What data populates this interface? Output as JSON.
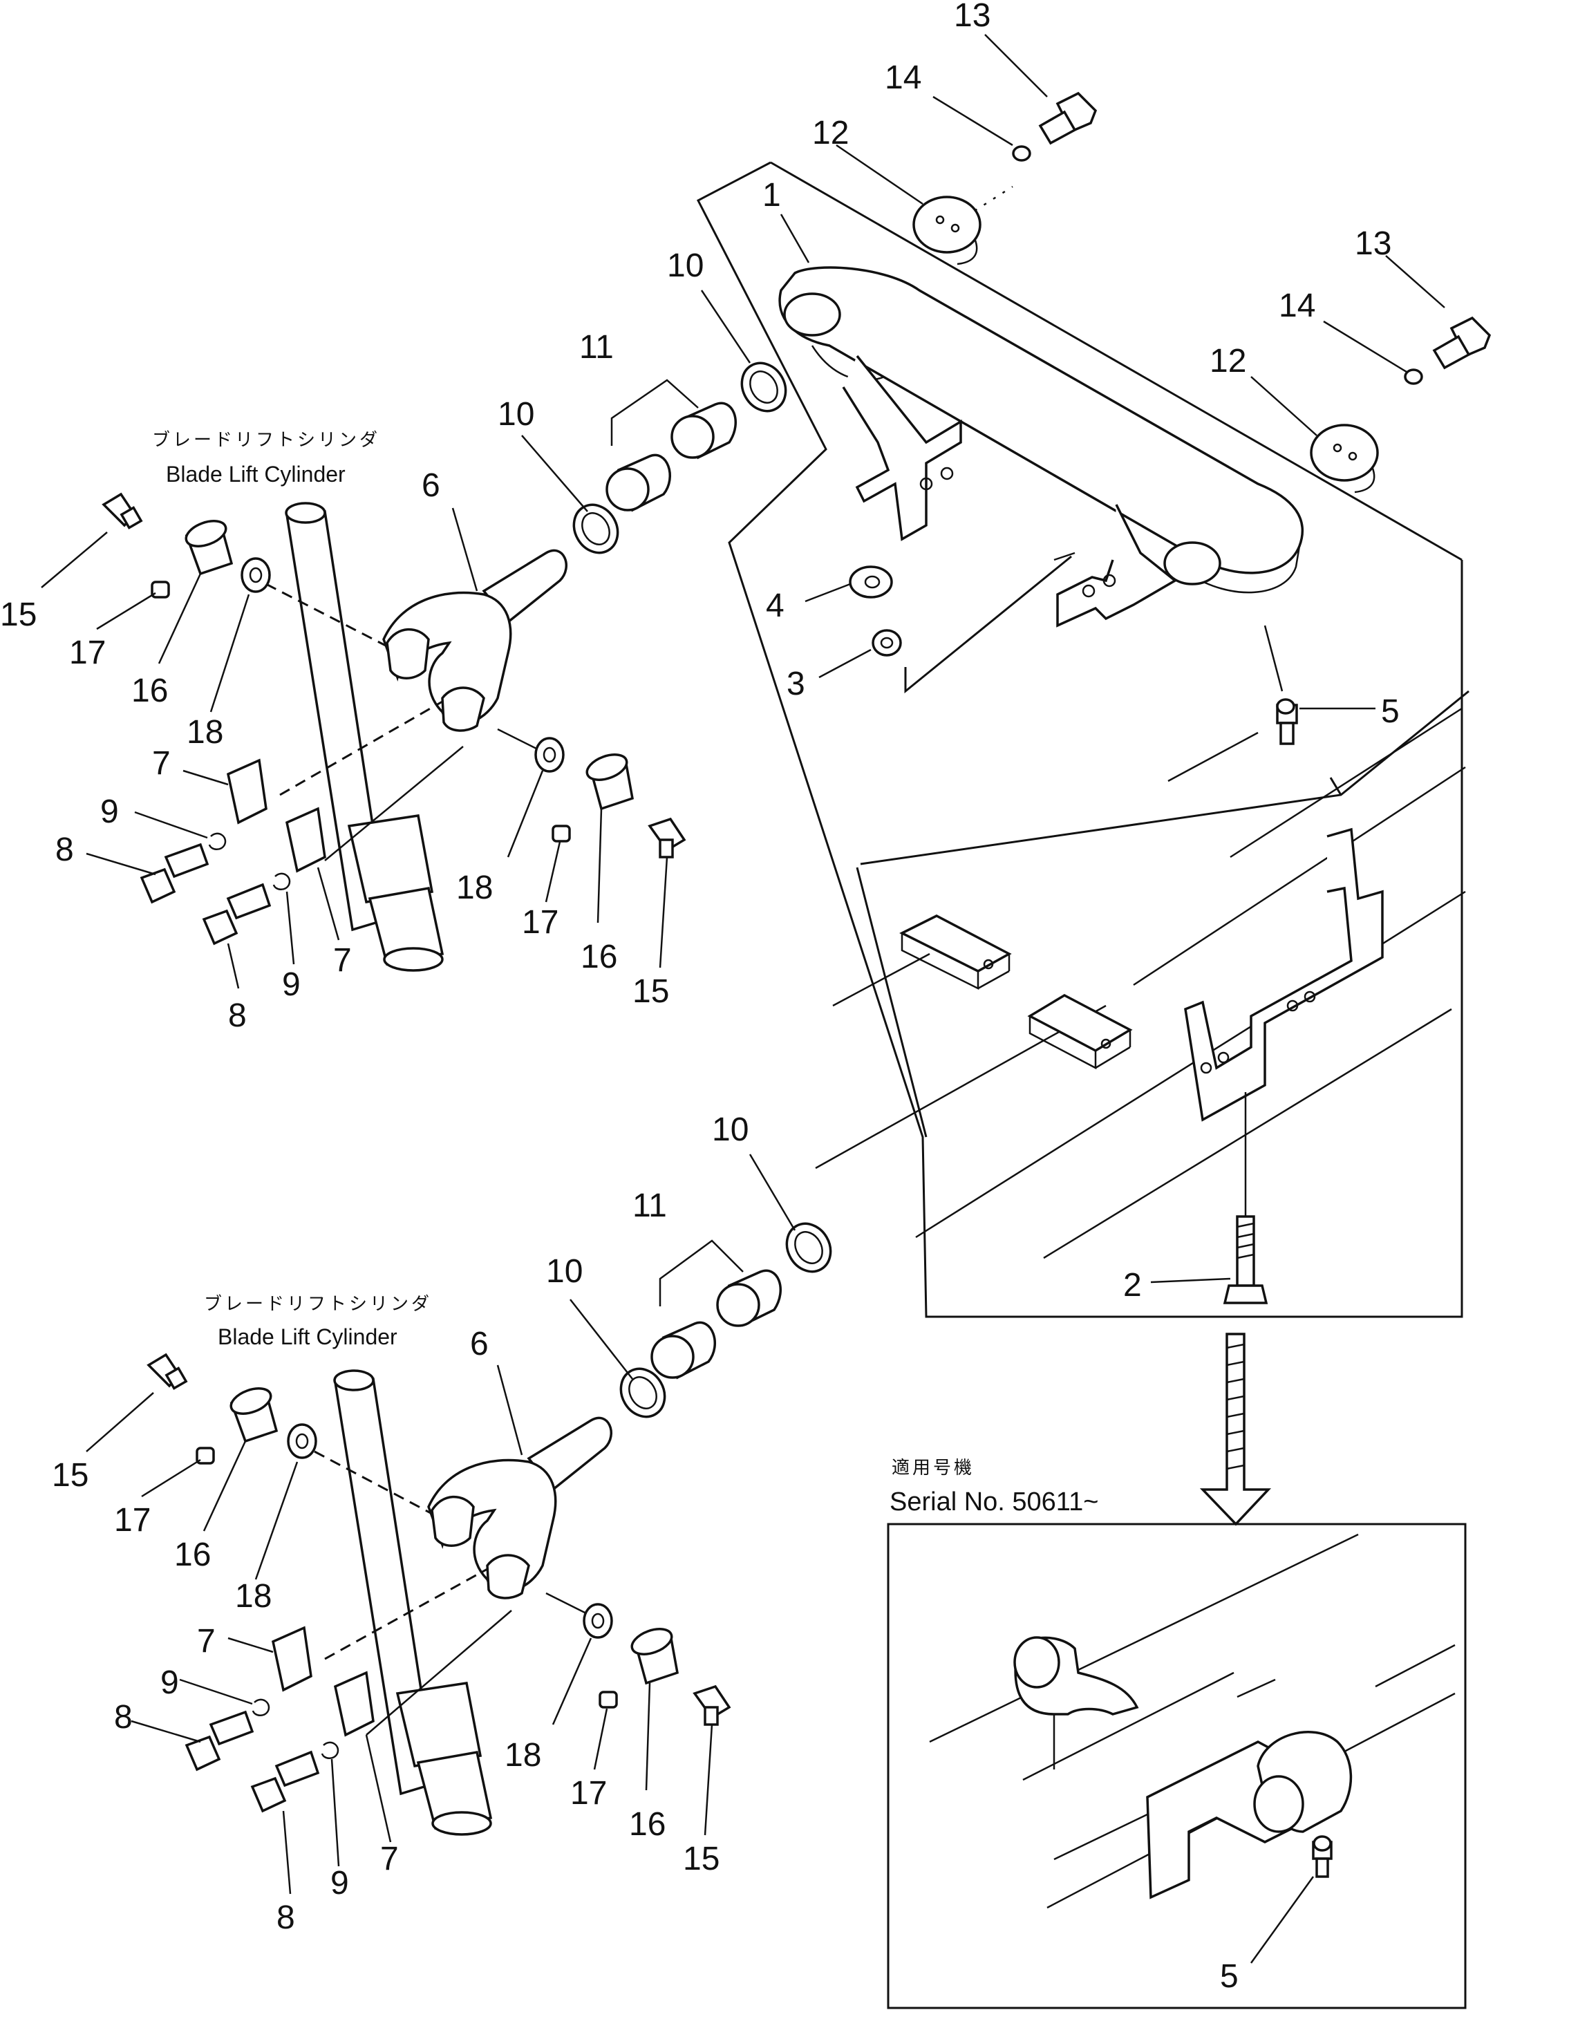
{
  "callouts": {
    "top": {
      "c13a": "13",
      "c14a": "14",
      "c12a": "12",
      "c1": "1",
      "c13b": "13",
      "c14b": "14",
      "c12b": "12",
      "c10a": "10",
      "c11a": "11",
      "c10b": "10",
      "c4": "4",
      "c3": "3",
      "c5": "5",
      "c6": "6",
      "c15a": "15",
      "c17a": "17",
      "c16a": "16",
      "c18a": "18",
      "c7a": "7",
      "c9a": "9",
      "c8a": "8",
      "c18b": "18",
      "c17b": "17",
      "c16b": "16",
      "c15b": "15",
      "c8b": "8",
      "c9b": "9",
      "c7b": "7"
    },
    "bottom": {
      "c10a": "10",
      "c11": "11",
      "c10b": "10",
      "c2": "2",
      "c6": "6",
      "c15a": "15",
      "c17a": "17",
      "c16a": "16",
      "c18a": "18",
      "c7a": "7",
      "c9a": "9",
      "c8a": "8",
      "c18b": "18",
      "c17b": "17",
      "c16b": "16",
      "c15b": "15",
      "c8b": "8",
      "c9b": "9",
      "c7b": "7"
    },
    "inset": {
      "c5": "5"
    }
  },
  "captions": {
    "cylinder_top_jp": "ブレードリフトシリンダ",
    "cylinder_top_en": "Blade Lift Cylinder",
    "cylinder_bottom_jp": "ブレードリフトシリンダ",
    "cylinder_bottom_en": "Blade Lift Cylinder",
    "serial_jp": "適用号機",
    "serial_en": "Serial No. 50611~"
  }
}
